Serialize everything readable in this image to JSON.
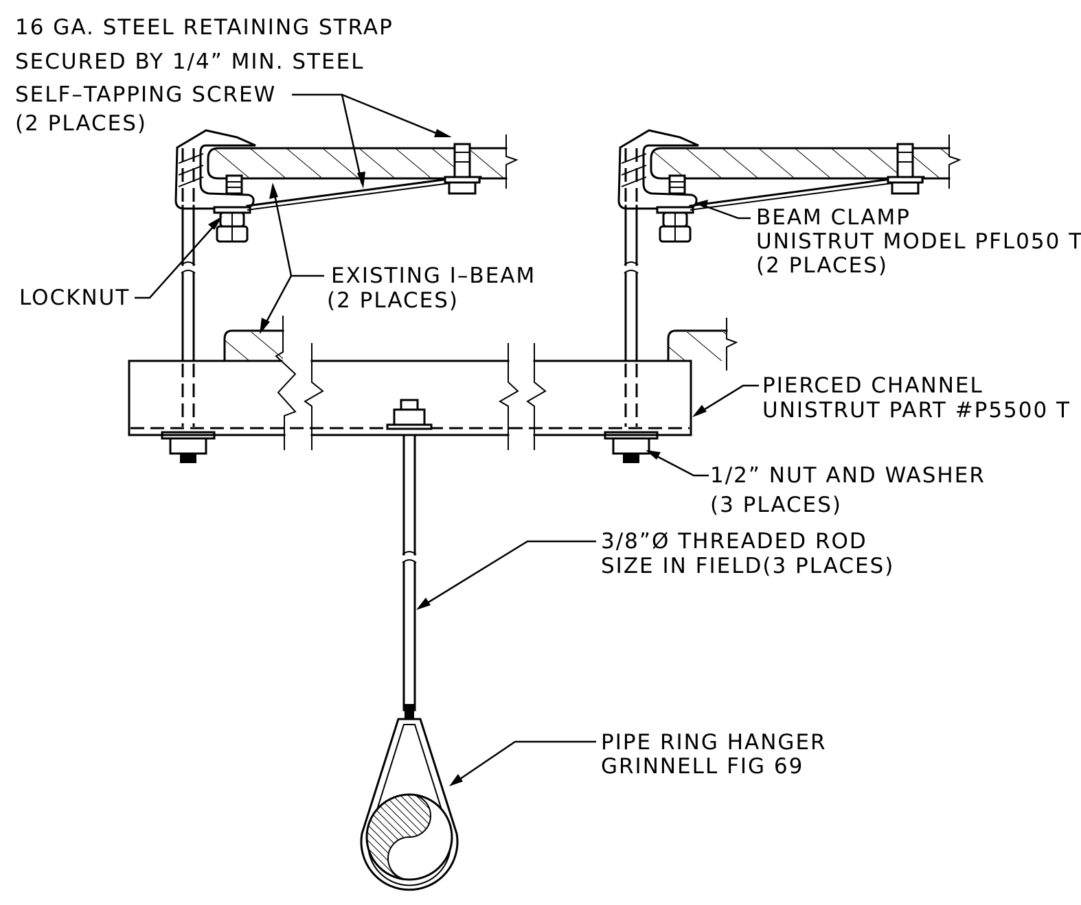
{
  "callouts": {
    "strap": [
      "16 GA. STEEL RETAINING STRAP",
      "SECURED BY 1/4” MIN. STEEL",
      "SELF–TAPPING SCREW",
      "(2 PLACES)"
    ],
    "locknut": [
      "LOCKNUT"
    ],
    "ibeam": [
      "EXISTING I–BEAM",
      "(2 PLACES)"
    ],
    "beam_clamp": [
      "BEAM CLAMP",
      "UNISTRUT MODEL PFL050 T",
      "(2 PLACES)"
    ],
    "channel": [
      "PIERCED CHANNEL",
      "UNISTRUT PART #P5500 T"
    ],
    "nut_washer": [
      "1/2” NUT AND WASHER",
      "(3 PLACES)"
    ],
    "threaded_rod": [
      "3/8”Ø THREADED ROD",
      "SIZE IN FIELD(3 PLACES)"
    ],
    "pipe_hanger": [
      "PIPE RING HANGER",
      "GRINNELL FIG 69"
    ]
  }
}
